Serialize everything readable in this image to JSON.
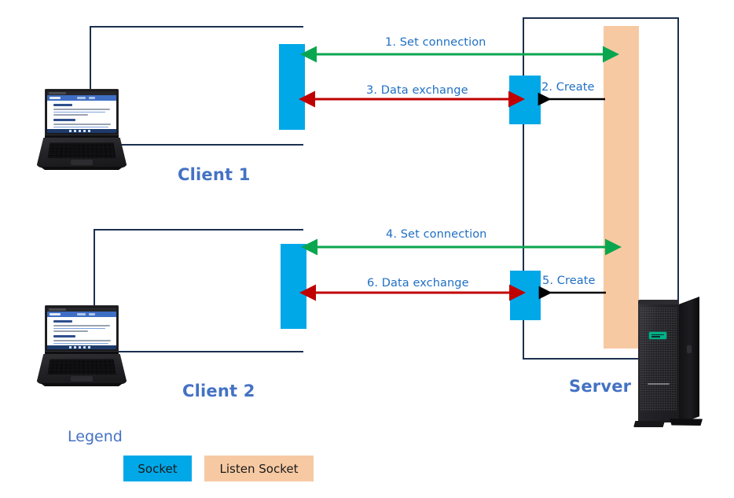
{
  "diagram": {
    "title_semantic": "client-server-socket-sequence",
    "colors": {
      "socket": "#00a8e8",
      "listen_socket": "#f7c9a3",
      "frame": "#1b3050",
      "set_connection_arrow": "#0aa64f",
      "data_exchange_arrow": "#c00000",
      "create_arrow": "#000000",
      "label_blue": "#1f6fc4",
      "node_label_blue": "#4472c4"
    },
    "nodes": [
      {
        "id": "client1",
        "label": "Client 1",
        "device": "laptop-icon"
      },
      {
        "id": "client2",
        "label": "Client 2",
        "device": "laptop-icon"
      },
      {
        "id": "server",
        "label": "Server",
        "device": "server-tower-icon"
      }
    ],
    "steps": [
      {
        "n": "1",
        "label": "1. Set connection",
        "kind": "set-connection",
        "from": "server",
        "to": "client1"
      },
      {
        "n": "2",
        "label": "2. Create",
        "kind": "create",
        "from": "listen-socket",
        "to": "server-socket-1"
      },
      {
        "n": "3",
        "label": "3. Data exchange",
        "kind": "data-exchange",
        "from": "client1",
        "to": "server-socket-1"
      },
      {
        "n": "4",
        "label": "4. Set connection",
        "kind": "set-connection",
        "from": "server",
        "to": "client2"
      },
      {
        "n": "5",
        "label": "5. Create",
        "kind": "create",
        "from": "listen-socket",
        "to": "server-socket-2"
      },
      {
        "n": "6",
        "label": "6. Data exchange",
        "kind": "data-exchange",
        "from": "client2",
        "to": "server-socket-2"
      }
    ],
    "legend": {
      "title": "Legend",
      "items": [
        {
          "label": "Socket",
          "color": "#00a8e8"
        },
        {
          "label": "Listen Socket",
          "color": "#f7c9a3"
        }
      ]
    }
  }
}
